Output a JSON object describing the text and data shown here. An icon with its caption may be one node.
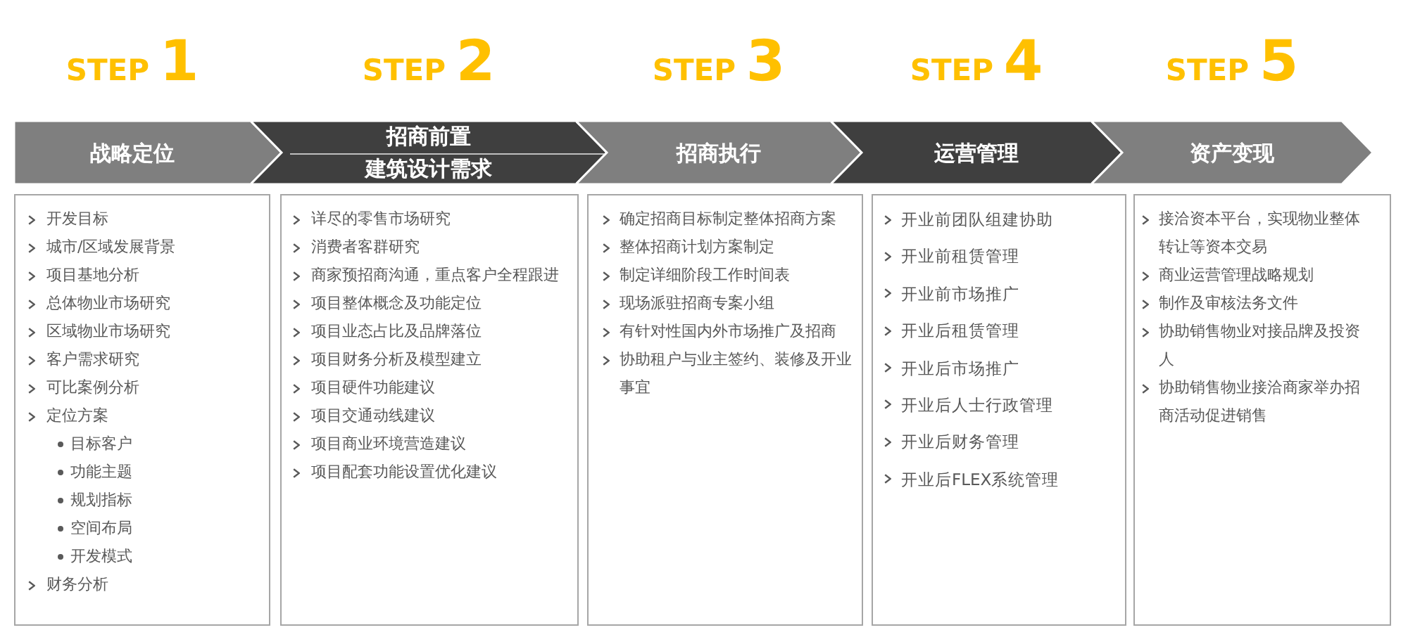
{
  "diagram": {
    "nodes": [
      {
        "text": [
          "战略定位"
        ],
        "beside": [
          "STEP 1"
        ]
      },
      {
        "text": [
          "招商前置",
          "建筑设计需求"
        ],
        "beside": [
          "STEP 2"
        ]
      },
      {
        "text": [
          "招商执行"
        ],
        "beside": [
          "STEP 3"
        ]
      },
      {
        "text": [
          "运营管理"
        ],
        "beside": [
          "STEP 4"
        ]
      },
      {
        "text": [
          "资产变现"
        ],
        "beside": [
          "STEP 5"
        ]
      },
      {
        "text": [
          "开发目标",
          "城市/区域发展背景",
          "项目基地分析",
          "总体物业市场研究",
          "区域物业市场研究",
          "客户需求研究",
          "可比案例分析",
          "定位方案",
          "目标客户",
          "功能主题",
          "规划指标",
          "空间布局",
          "开发模式",
          "财务分析"
        ]
      },
      {
        "text": [
          "详尽的零售市场研究",
          "消费者客群研究",
          "商家预招商沟通，重点客户全程跟进",
          "项目整体概念及功能定位",
          "项目业态占比及品牌落位",
          "项目财务分析及模型建立",
          "项目硬件功能建议",
          "项目交通动线建议",
          "项目商业环境营造建议",
          "项目配套功能设置优化建议"
        ]
      },
      {
        "text": [
          "确定招商目标制定整体招商方案",
          "整体招商计划方案制定",
          "制定详细阶段工作时间表",
          "现场派驻招商专案小组",
          "有针对性国内外市场推广及招商",
          "协助租户与业主签约、装修及开业事宜"
        ]
      },
      {
        "text": [
          "开业前团队组建协助",
          "开业前租赁管理",
          "开业前市场推广",
          "开业后租赁管理",
          "开业后市场推广",
          "开业后人士行政管理",
          "开业后财务管理",
          "开业后FLEX系统管理"
        ]
      },
      {
        "text": [
          "接洽资本平台，实现物业整体转让等资本交易",
          "商业运营管理战略规划",
          "制作及审核法务文件",
          "协助销售物业对接品牌及投资人",
          "协助销售物业接洽商家举办招商活动促进销售"
        ]
      }
    ]
  }
}
